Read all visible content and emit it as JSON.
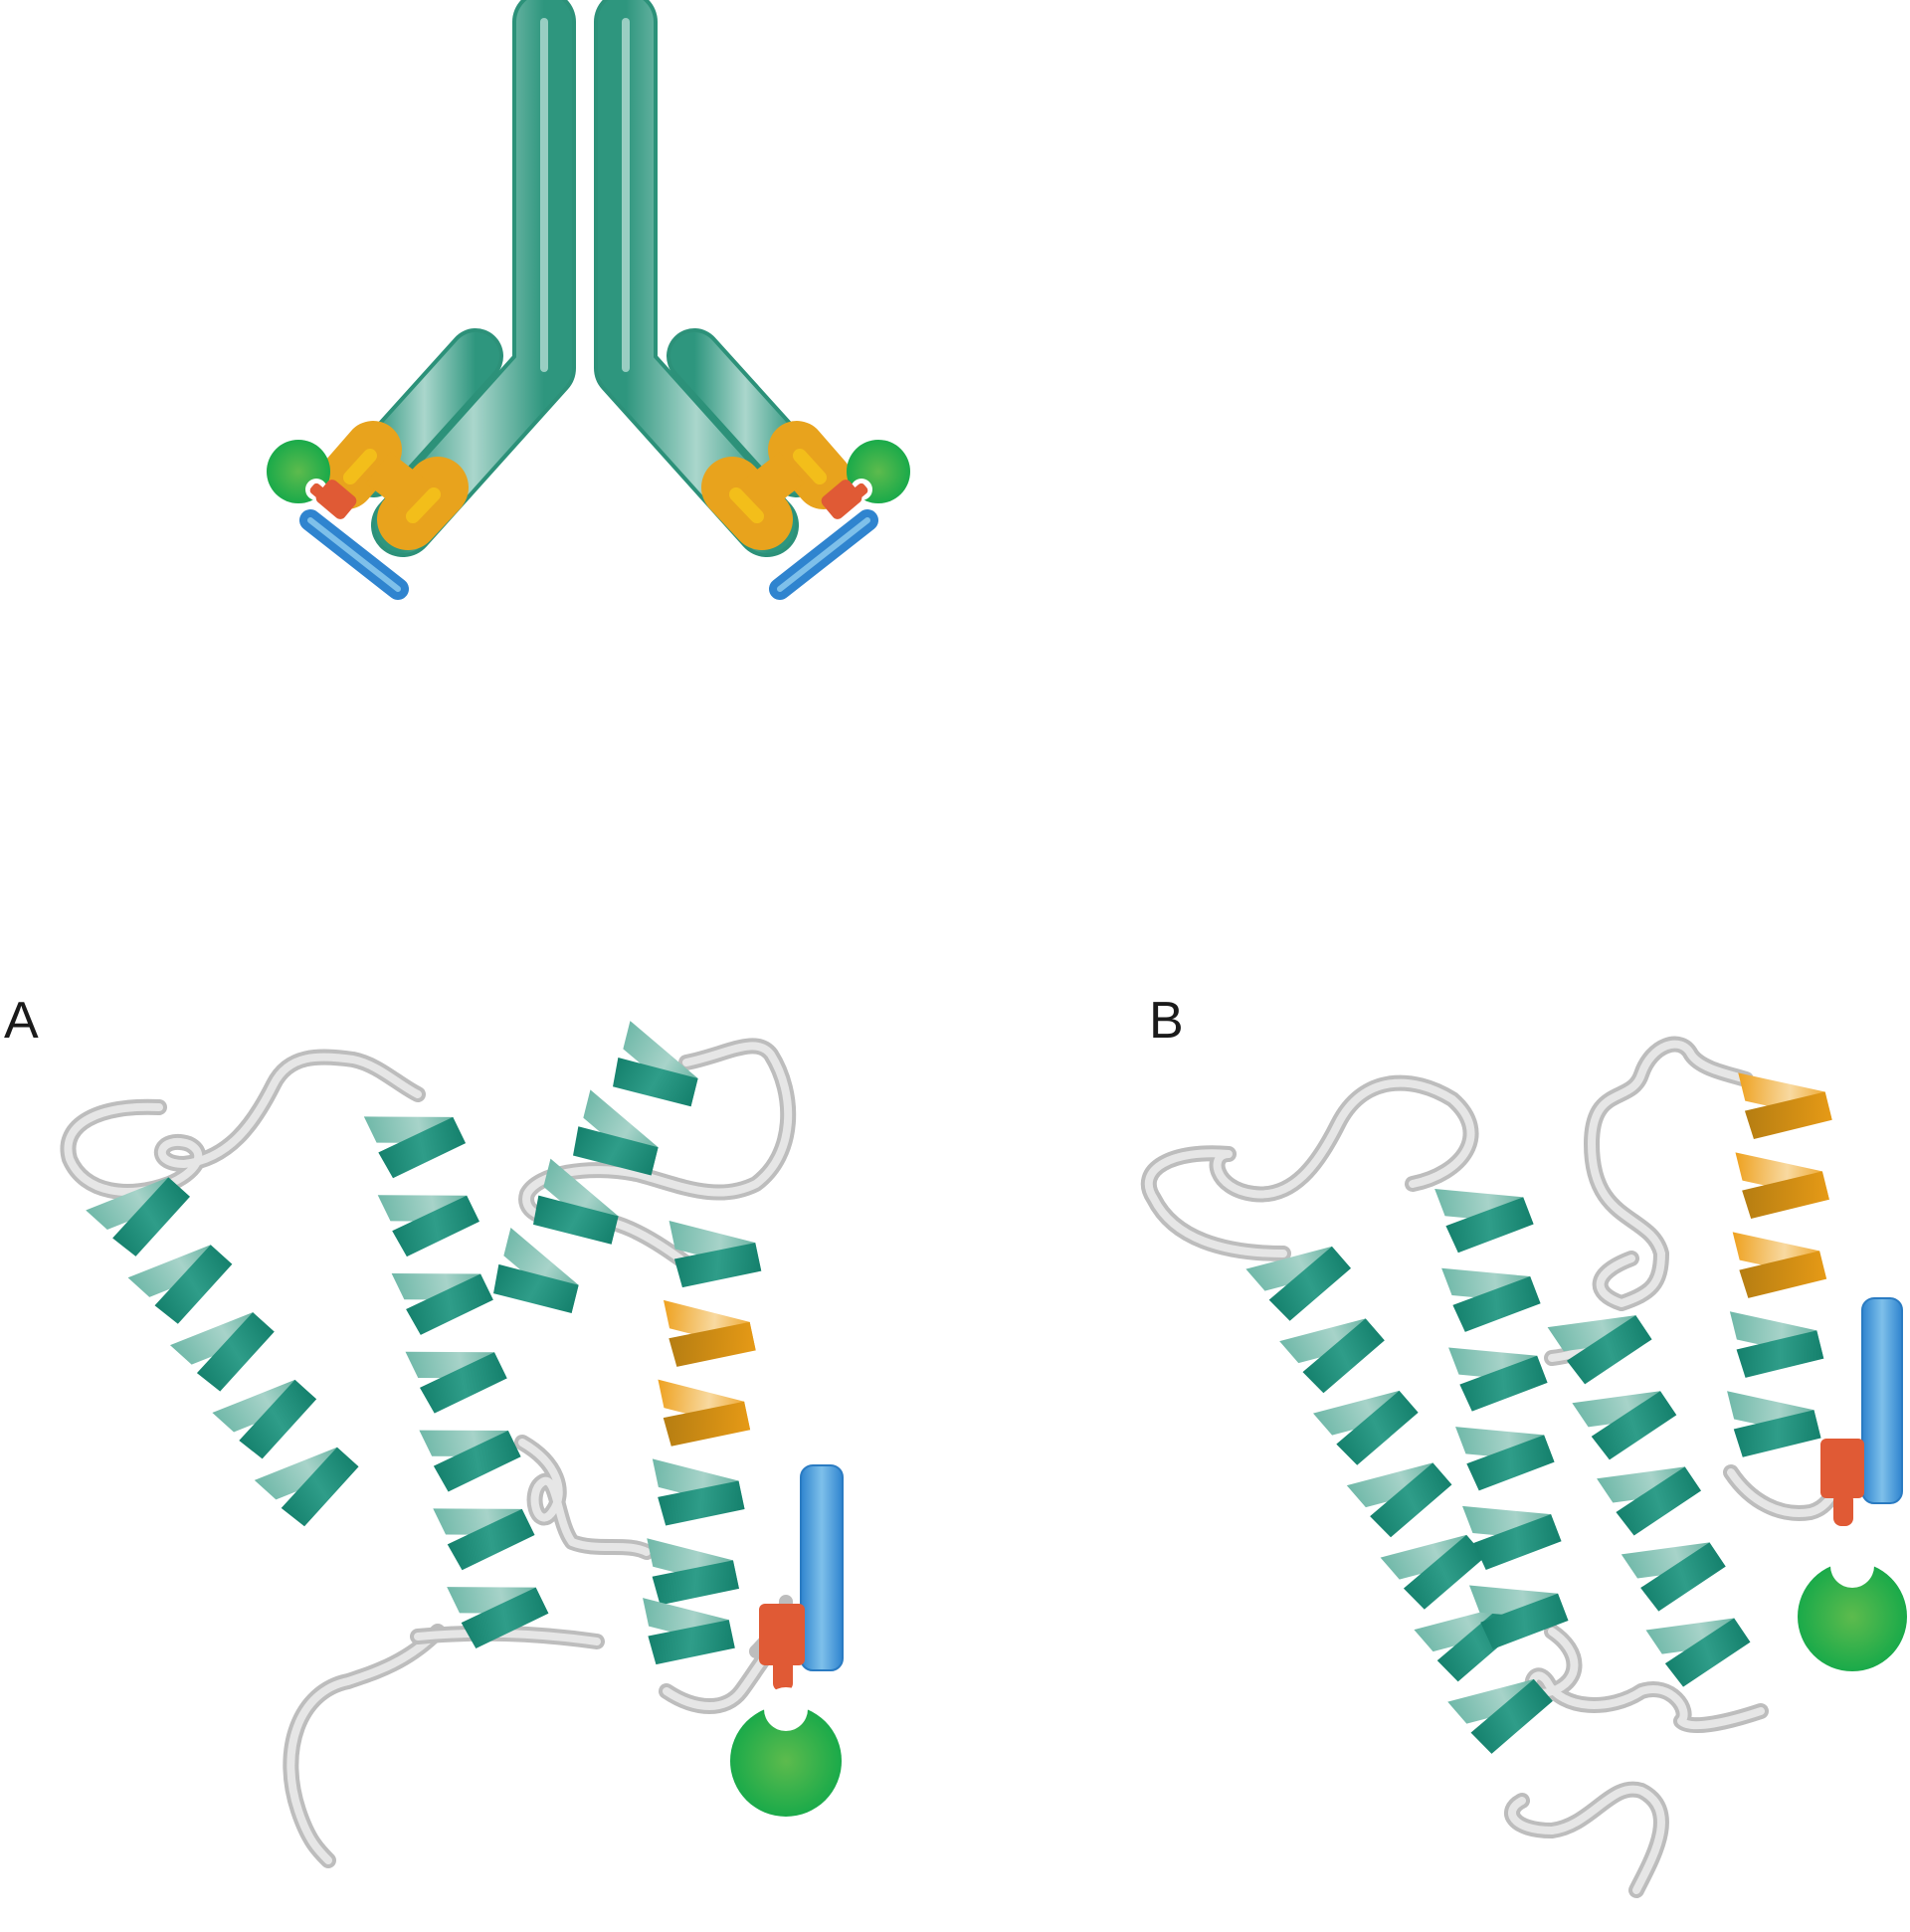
{
  "figure": {
    "type": "schematic diagram",
    "subject": "Antibody vs. designed helical protein binders",
    "colors": {
      "antibody_chain": "#3f9e86",
      "helix_teal": "#2f9b87",
      "helix_teal_light": "#9fd0c4",
      "binding_region_orange": "#efa51e",
      "loop_gray": "#d0d0d0",
      "target_blue": "#3b8fd6",
      "epitope_red": "#e05a35",
      "ligand_green": "#3bb34a"
    }
  },
  "panels": {
    "top": {
      "label": "",
      "description": "Y-shaped antibody with orange binding regions, two bound targets (blue bar, red tag, green circle)"
    },
    "a": {
      "label": "A",
      "description": "Helical bundle protein with orange binding helix on the right side, target below"
    },
    "b": {
      "label": "B",
      "description": "Alternative helical bundle with orange binding helix at top right, target on the right"
    }
  },
  "icons": {
    "target_rod": "blue-rod-icon",
    "epitope_tag": "red-tag-icon",
    "ligand": "green-pacman-icon"
  }
}
